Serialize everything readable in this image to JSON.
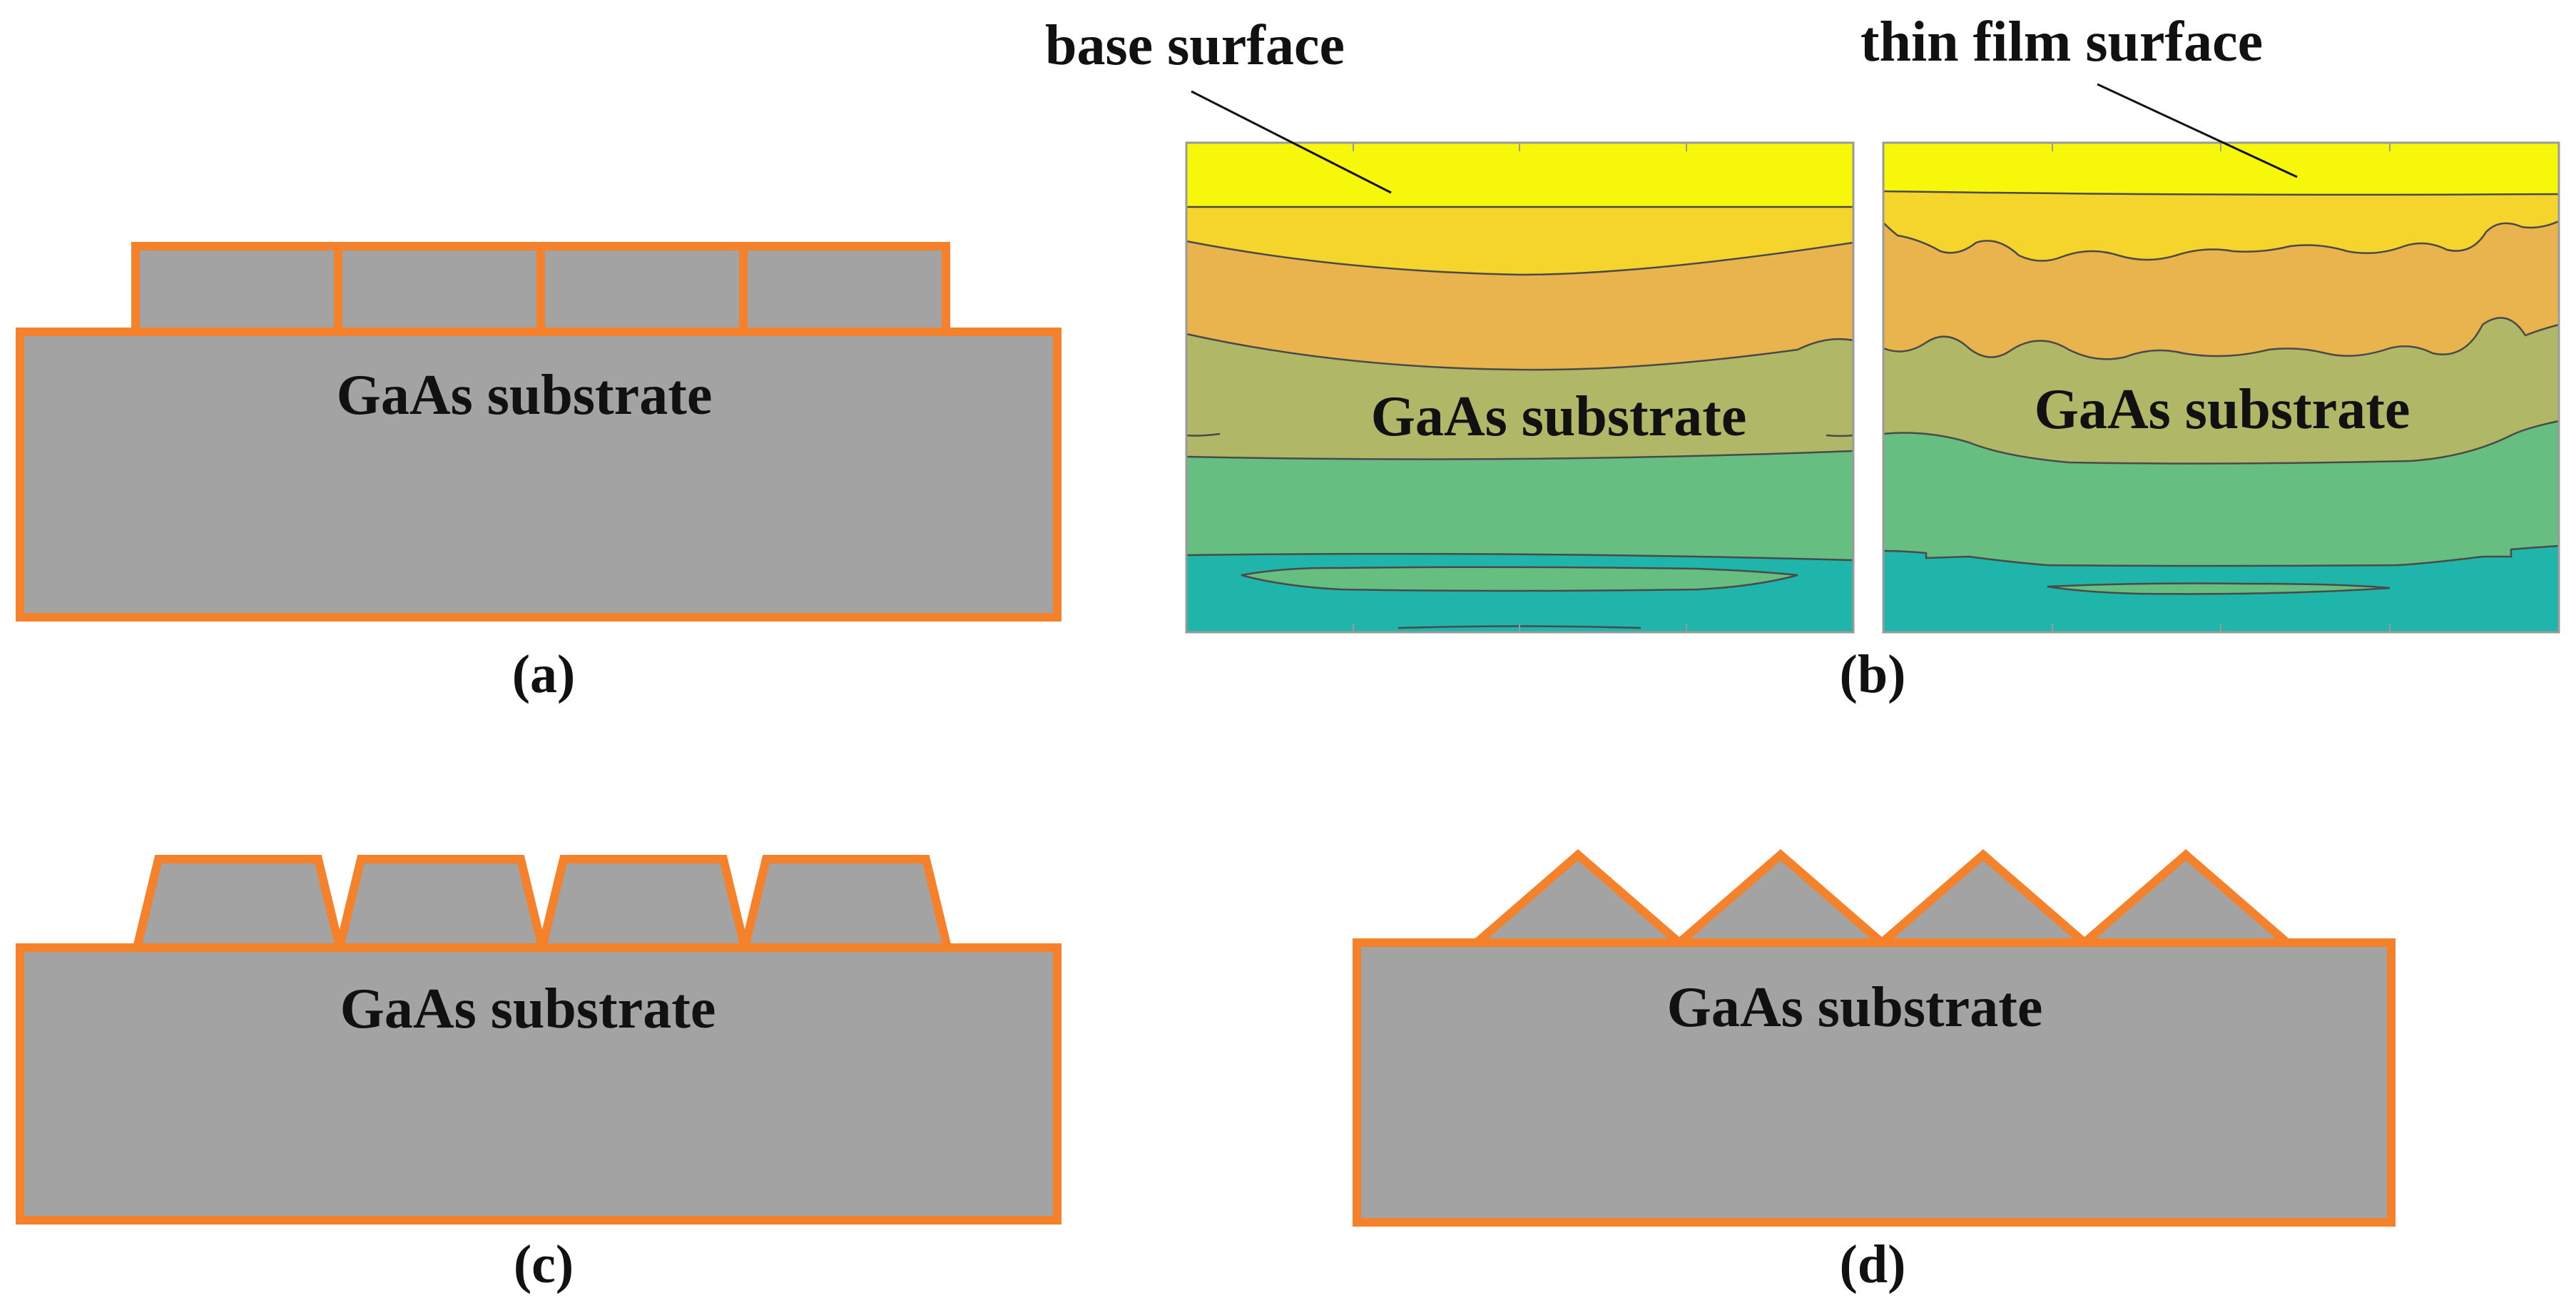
{
  "panels": {
    "a": {
      "caption": "(a)",
      "substrate_label": "GaAs substrate"
    },
    "b": {
      "caption": "(b)",
      "left": {
        "annotation": "base surface",
        "substrate_label": "GaAs substrate"
      },
      "right": {
        "annotation": "thin film surface",
        "substrate_label": "GaAs substrate"
      }
    },
    "c": {
      "caption": "(c)",
      "substrate_label": "GaAs substrate"
    },
    "d": {
      "caption": "(d)",
      "substrate_label": "GaAs substrate"
    }
  },
  "colors": {
    "outline": "#f5812a",
    "fill": "#a3a3a3",
    "contour_bands": [
      "#f7f70a",
      "#f5d42c",
      "#e9b44d",
      "#b0b766",
      "#66bf80",
      "#1fb5aa"
    ],
    "contour_line": "#4a4a4a"
  }
}
